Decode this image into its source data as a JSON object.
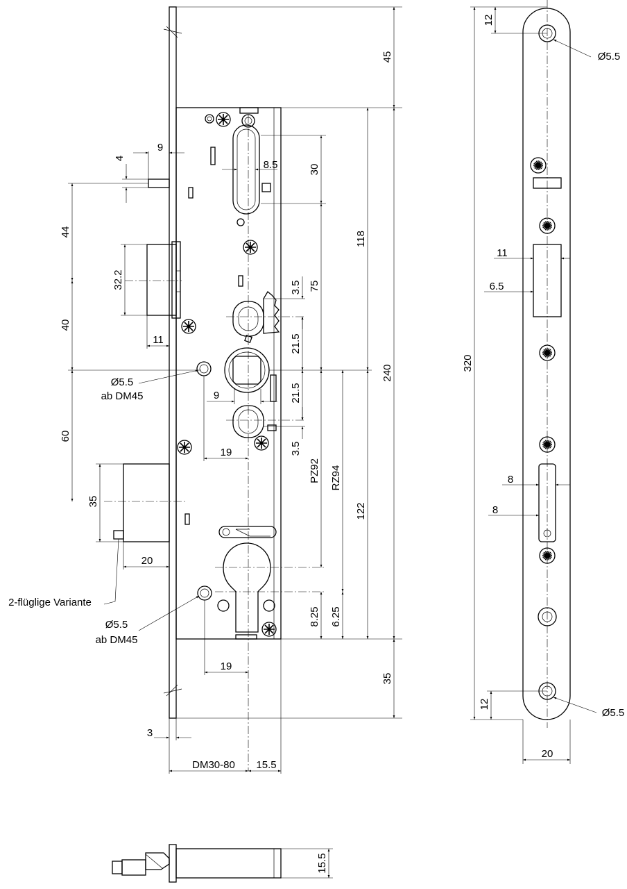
{
  "front_view": {
    "dims": {
      "d45": "45",
      "d9_top": "9",
      "d4": "4",
      "d30": "30",
      "d8_5": "8.5",
      "d44": "44",
      "d32_2": "32.2",
      "d118": "118",
      "d3_5_a": "3.5",
      "d75": "75",
      "d40": "40",
      "d21_5_a": "21.5",
      "d11": "11",
      "d240": "240",
      "d21_5_b": "21.5",
      "d9_mid": "9",
      "d60": "60",
      "d3_5_b": "3.5",
      "d19_a": "19",
      "pz92": "PZ92",
      "rz94": "RZ94",
      "d122": "122",
      "d35_left": "35",
      "d20": "20",
      "d8_25": "8.25",
      "d6_25": "6.25",
      "d19_b": "19",
      "d35_bottom": "35",
      "d3": "3",
      "dm30_80": "DM30-80",
      "d15_5": "15.5"
    },
    "notes": {
      "hole_a_1": "Ø5.5",
      "hole_a_2": "ab DM45",
      "hole_b_1": "Ø5.5",
      "hole_b_2": "ab DM45",
      "variant": "2-flüglige Variante"
    }
  },
  "faceplate_view": {
    "dims": {
      "d12_top": "12",
      "hole_top": "Ø5.5",
      "d11": "11",
      "d6_5": "6.5",
      "d320": "320",
      "d8_a": "8",
      "d8_b": "8",
      "d12_bottom": "12",
      "hole_bottom": "Ø5.5",
      "d20": "20"
    }
  },
  "bottom_view": {
    "dims": {
      "d15_5": "15.5"
    }
  }
}
